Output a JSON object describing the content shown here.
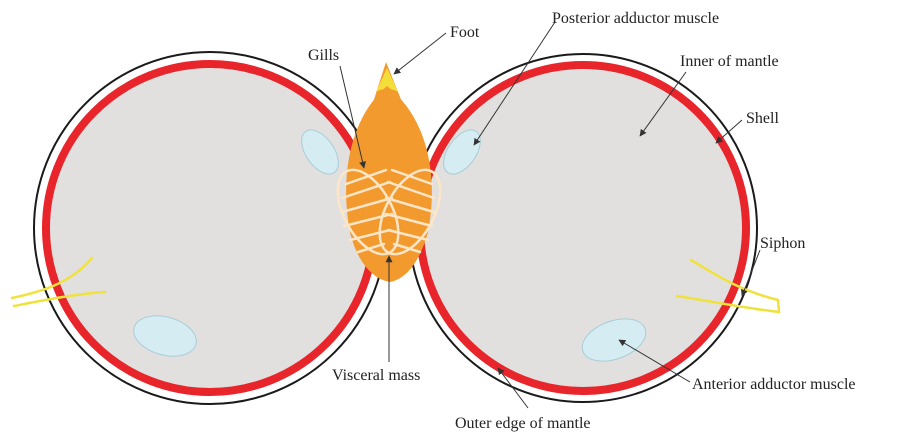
{
  "labels": {
    "foot": "Foot",
    "posterior_adductor_muscle": "Posterior adductor muscle",
    "gills": "Gills",
    "inner_of_mantle": "Inner of mantle",
    "shell": "Shell",
    "siphon": "Siphon",
    "visceral_mass": "Visceral mass",
    "anterior_adductor_muscle": "Anterior adductor muscle",
    "outer_edge_of_mantle": "Outer edge of mantle"
  },
  "colors": {
    "shell_outline": "#1a1a1a",
    "mantle_edge": "#e8252b",
    "mantle_inner": "#e1e0df",
    "adductor_muscle": "#d6ecf3",
    "adductor_outline": "#a9cdd8",
    "visceral_mass": "#f39a2e",
    "foot_tip": "#f4de3a",
    "gill_lines": "#fde6c8",
    "siphon": "#f0e23c",
    "leader_line": "#333333"
  }
}
